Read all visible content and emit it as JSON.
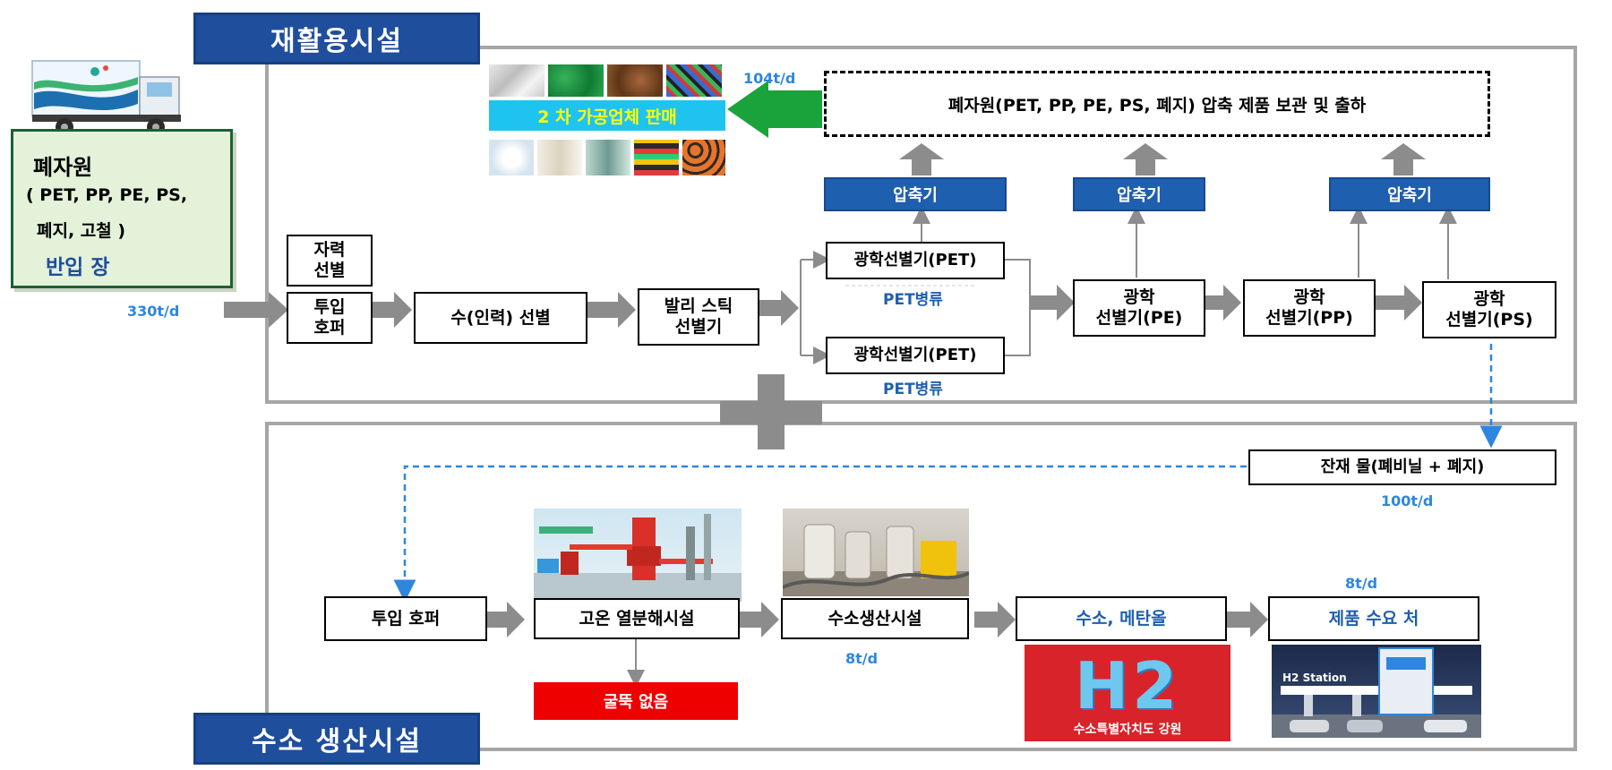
{
  "recycle_section": {
    "title": "재활용시설"
  },
  "hydrogen_section": {
    "title": "수소 생산시설"
  },
  "intake": {
    "title": "폐자원",
    "items_line1": "( PET, PP, PE, PS,",
    "items_line2": "폐지, 고철 )",
    "action": "반입 장"
  },
  "rates": {
    "intake": "330t/d",
    "sale": "104t/d",
    "residue": "100t/d",
    "h2_plant": "8t/d",
    "product": "8t/d"
  },
  "sale_banner": "2 차 가공업체 판매",
  "storage_box": "폐자원(PET, PP, PE, PS, 폐지) 압축 제품  보관 및 출하",
  "compressors": [
    "압축기",
    "압축기",
    "압축기"
  ],
  "process": {
    "self_sort": "자력\n선별",
    "hopper": "투입\n호퍼",
    "manual_sort": "수(인력) 선별",
    "ballistic": "발리 스틱\n선별기",
    "optical_pet_1": "광학선별기(PET)",
    "optical_pet_2": "광학선별기(PET)",
    "pet_label_1": "PET병류",
    "pet_label_2": "PET병류",
    "optical_pe": "광학\n선별기(PE)",
    "optical_pp": "광학\n선별기(PP)",
    "optical_ps": "광학\n선별기(PS)"
  },
  "residue_box": "잔재 물(폐비닐 + 폐지)",
  "hydrogen": {
    "hopper": "투입 호퍼",
    "pyrolysis": "고온 열분해시설",
    "h2_plant": "수소생산시설",
    "no_chimney": "굴뚝 없음",
    "products": "수소, 메탄올",
    "demand": "제품 수요 처"
  },
  "h2_logo": {
    "text": "H2",
    "caption": "수소특별자치도 강원"
  },
  "station_sign": "H2 Station",
  "colors": {
    "title_blue": "#1f4e9c",
    "accent_blue": "#2e86de",
    "compressor_blue": "#1f5fb0",
    "arrow_gray": "#8c8c8c",
    "green_arrow": "#1aa33a",
    "red": "#ee0000",
    "cyan": "#1ec3f0"
  }
}
